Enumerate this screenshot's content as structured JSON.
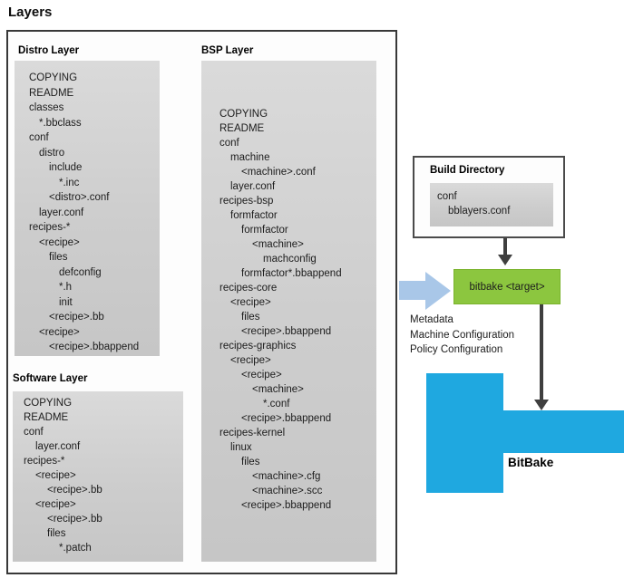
{
  "page": {
    "title": "Layers"
  },
  "colors": {
    "accent_green": "#8cc63f",
    "accent_blue": "#1fa8e0",
    "arrow_light_blue": "#a9c7e8",
    "arrow_dark": "#3f3f3f",
    "panel_gray": "#cdcdcd"
  },
  "layers_panel": {
    "distro": {
      "label": "Distro Layer",
      "items": [
        {
          "text": "COPYING",
          "level": 1
        },
        {
          "text": "README",
          "level": 1
        },
        {
          "text": "classes",
          "level": 1
        },
        {
          "text": "*.bbclass",
          "level": 2
        },
        {
          "text": "conf",
          "level": 1
        },
        {
          "text": "distro",
          "level": 2
        },
        {
          "text": "include",
          "level": 3
        },
        {
          "text": "*.inc",
          "level": 4
        },
        {
          "text": "<distro>.conf",
          "level": 3
        },
        {
          "text": "layer.conf",
          "level": 2
        },
        {
          "text": "recipes-*",
          "level": 1
        },
        {
          "text": "<recipe>",
          "level": 2
        },
        {
          "text": "files",
          "level": 3
        },
        {
          "text": "defconfig",
          "level": 4
        },
        {
          "text": "*.h",
          "level": 4
        },
        {
          "text": "init",
          "level": 4
        },
        {
          "text": "<recipe>.bb",
          "level": 3
        },
        {
          "text": "<recipe>",
          "level": 2
        },
        {
          "text": "<recipe>.bbappend",
          "level": 3
        }
      ]
    },
    "bsp": {
      "label": "BSP Layer",
      "items": [
        {
          "text": "COPYING",
          "level": 1
        },
        {
          "text": "README",
          "level": 1
        },
        {
          "text": "conf",
          "level": 1
        },
        {
          "text": "machine",
          "level": 2
        },
        {
          "text": "<machine>.conf",
          "level": 3
        },
        {
          "text": "layer.conf",
          "level": 2
        },
        {
          "text": "recipes-bsp",
          "level": 1
        },
        {
          "text": "formfactor",
          "level": 2
        },
        {
          "text": "formfactor",
          "level": 3
        },
        {
          "text": "<machine>",
          "level": 4
        },
        {
          "text": "machconfig",
          "level": 5
        },
        {
          "text": "formfactor*.bbappend",
          "level": 3
        },
        {
          "text": "recipes-core",
          "level": 1
        },
        {
          "text": "<recipe>",
          "level": 2
        },
        {
          "text": "files",
          "level": 3
        },
        {
          "text": "<recipe>.bbappend",
          "level": 3
        },
        {
          "text": "recipes-graphics",
          "level": 1
        },
        {
          "text": "<recipe>",
          "level": 2
        },
        {
          "text": "<recipe>",
          "level": 3
        },
        {
          "text": "<machine>",
          "level": 4
        },
        {
          "text": "*.conf",
          "level": 5
        },
        {
          "text": "<recipe>.bbappend",
          "level": 3
        },
        {
          "text": "recipes-kernel",
          "level": 1
        },
        {
          "text": "linux",
          "level": 2
        },
        {
          "text": "files",
          "level": 3
        },
        {
          "text": "<machine>.cfg",
          "level": 4
        },
        {
          "text": "<machine>.scc",
          "level": 4
        },
        {
          "text": "<recipe>.bbappend",
          "level": 3
        }
      ]
    },
    "software": {
      "label": "Software Layer",
      "items": [
        {
          "text": "COPYING",
          "level": 1
        },
        {
          "text": "README",
          "level": 1
        },
        {
          "text": "conf",
          "level": 1
        },
        {
          "text": "layer.conf",
          "level": 2
        },
        {
          "text": "recipes-*",
          "level": 1
        },
        {
          "text": "<recipe>",
          "level": 2
        },
        {
          "text": "<recipe>.bb",
          "level": 3
        },
        {
          "text": "<recipe>",
          "level": 2
        },
        {
          "text": "<recipe>.bb",
          "level": 3
        },
        {
          "text": "files",
          "level": 3
        },
        {
          "text": "*.patch",
          "level": 4
        }
      ]
    }
  },
  "build_directory": {
    "label": "Build Directory",
    "items": [
      {
        "text": "conf",
        "level": 1
      },
      {
        "text": "bblayers.conf",
        "level": 2
      }
    ]
  },
  "bitbake_command": {
    "label": "bitbake <target>"
  },
  "inputs_note": {
    "lines": [
      "Metadata",
      "Machine Configuration",
      "Policy Configuration"
    ]
  },
  "bitbake_engine": {
    "label": "BitBake"
  }
}
